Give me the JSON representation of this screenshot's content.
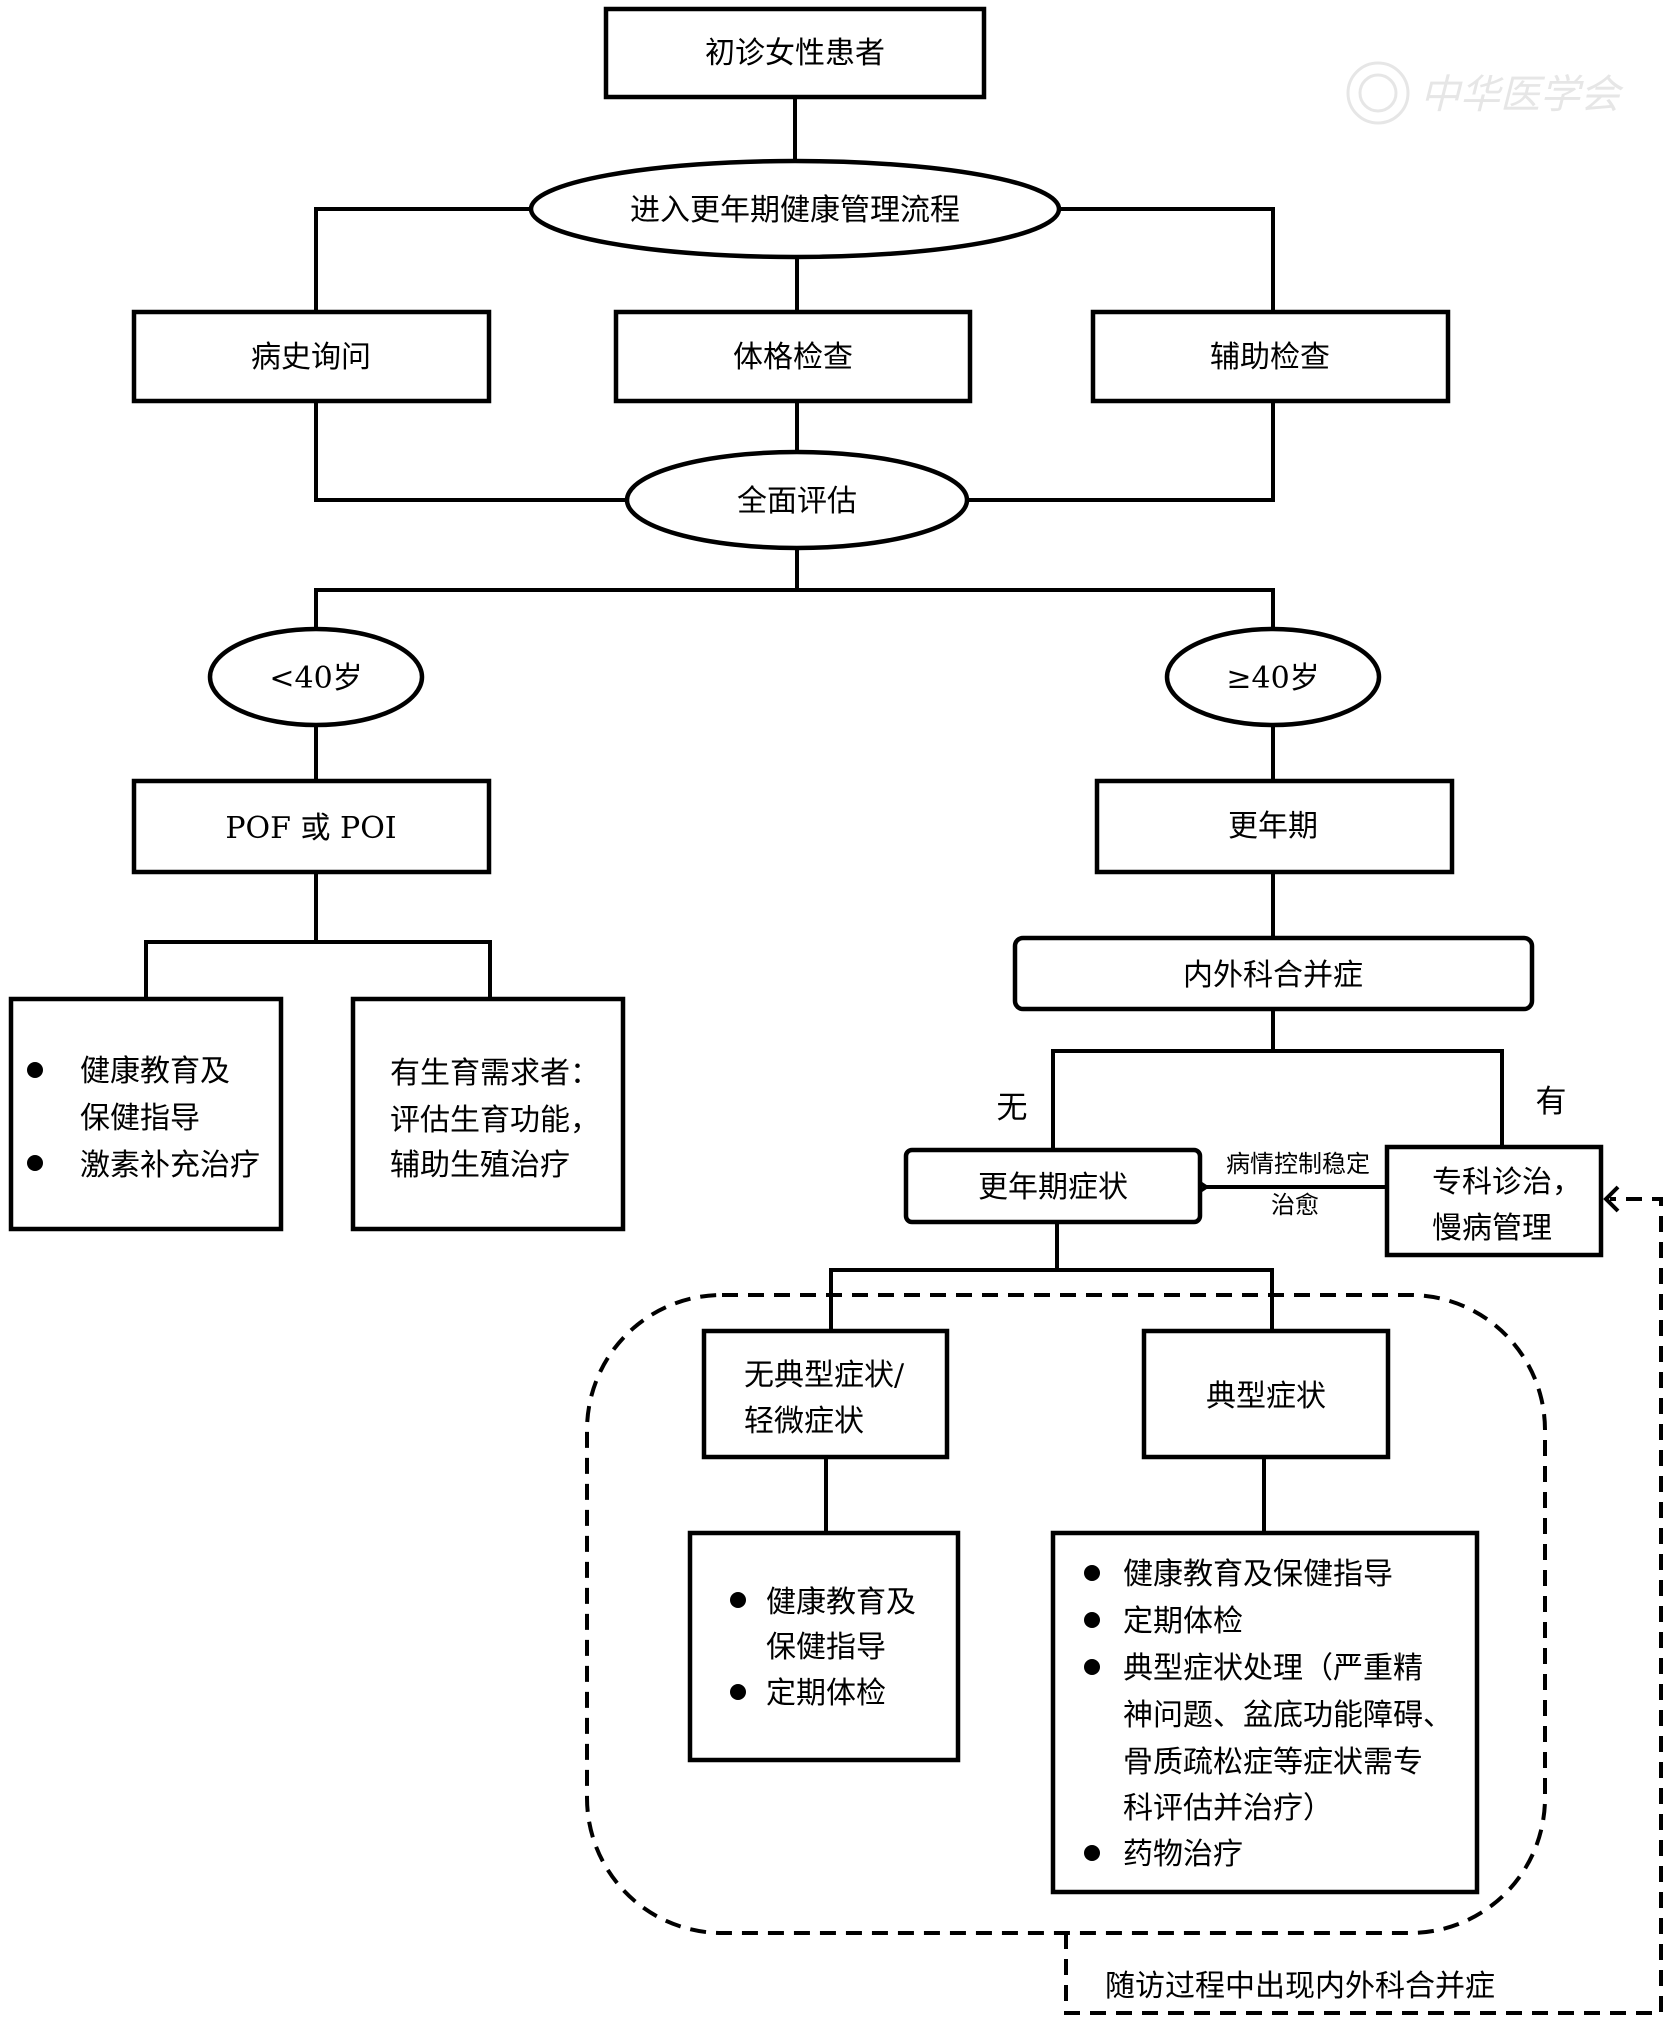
{
  "watermark": {
    "text": "中华医学会",
    "icon": "association-seal-icon"
  },
  "nodes": {
    "start": "初诊女性患者",
    "enter_process": "进入更年期健康管理流程",
    "history": "病史询问",
    "physical_exam": "体格检查",
    "auxiliary_exam": "辅助检查",
    "assessment": "全面评估",
    "under_40": "<40岁",
    "over_40": "≥40岁",
    "pof_poi": "POF 或 POI",
    "menopause": "更年期",
    "comorbidity": "内外科合并症",
    "menopause_symptoms": "更年期症状",
    "specialist": [
      "专科诊治，",
      "慢病管理"
    ],
    "no_typical": [
      "无典型症状/",
      "轻微症状"
    ],
    "typical": "典型症状"
  },
  "edge_labels": {
    "no": "无",
    "yes": "有",
    "stable": "病情控制稳定",
    "cured": "治愈",
    "followup": "随访过程中出现内外科合并症"
  },
  "lists": {
    "pof_care": [
      [
        "健康教育及",
        "保健指导"
      ],
      [
        "激素补充治疗"
      ]
    ],
    "fertility": [
      "有生育需求者：",
      "评估生育功能，",
      "辅助生殖治疗"
    ],
    "no_typical_care": [
      [
        "健康教育及",
        "保健指导"
      ],
      [
        "定期体检"
      ]
    ],
    "typical_care": [
      [
        "健康教育及保健指导"
      ],
      [
        "定期体检"
      ],
      [
        "典型症状处理（严重精",
        "神问题、盆底功能障碍、",
        "骨质疏松症等症状需专",
        "科评估并治疗）"
      ],
      [
        "药物治疗"
      ]
    ]
  }
}
